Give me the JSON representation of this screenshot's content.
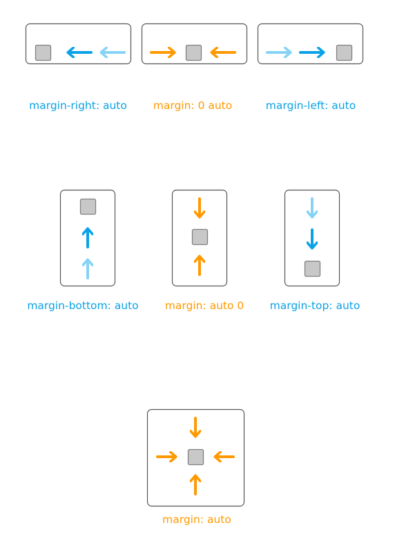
{
  "colors": {
    "blue": "#0aa2e6",
    "light_blue": "#86d3f5",
    "orange": "#ff9900",
    "square_fill": "#c8c8c8",
    "square_stroke": "#808080",
    "box_stroke": "#555555"
  },
  "horizontal": {
    "margin_right": {
      "label": "margin-right: auto"
    },
    "margin_center": {
      "label": "margin: 0 auto"
    },
    "margin_left": {
      "label": "margin-left: auto"
    }
  },
  "vertical": {
    "margin_bottom": {
      "label": "margin-bottom: auto"
    },
    "margin_middle": {
      "label": "margin: auto 0"
    },
    "margin_top": {
      "label": "margin-top: auto"
    }
  },
  "both": {
    "margin_auto": {
      "label": "margin: auto"
    }
  }
}
